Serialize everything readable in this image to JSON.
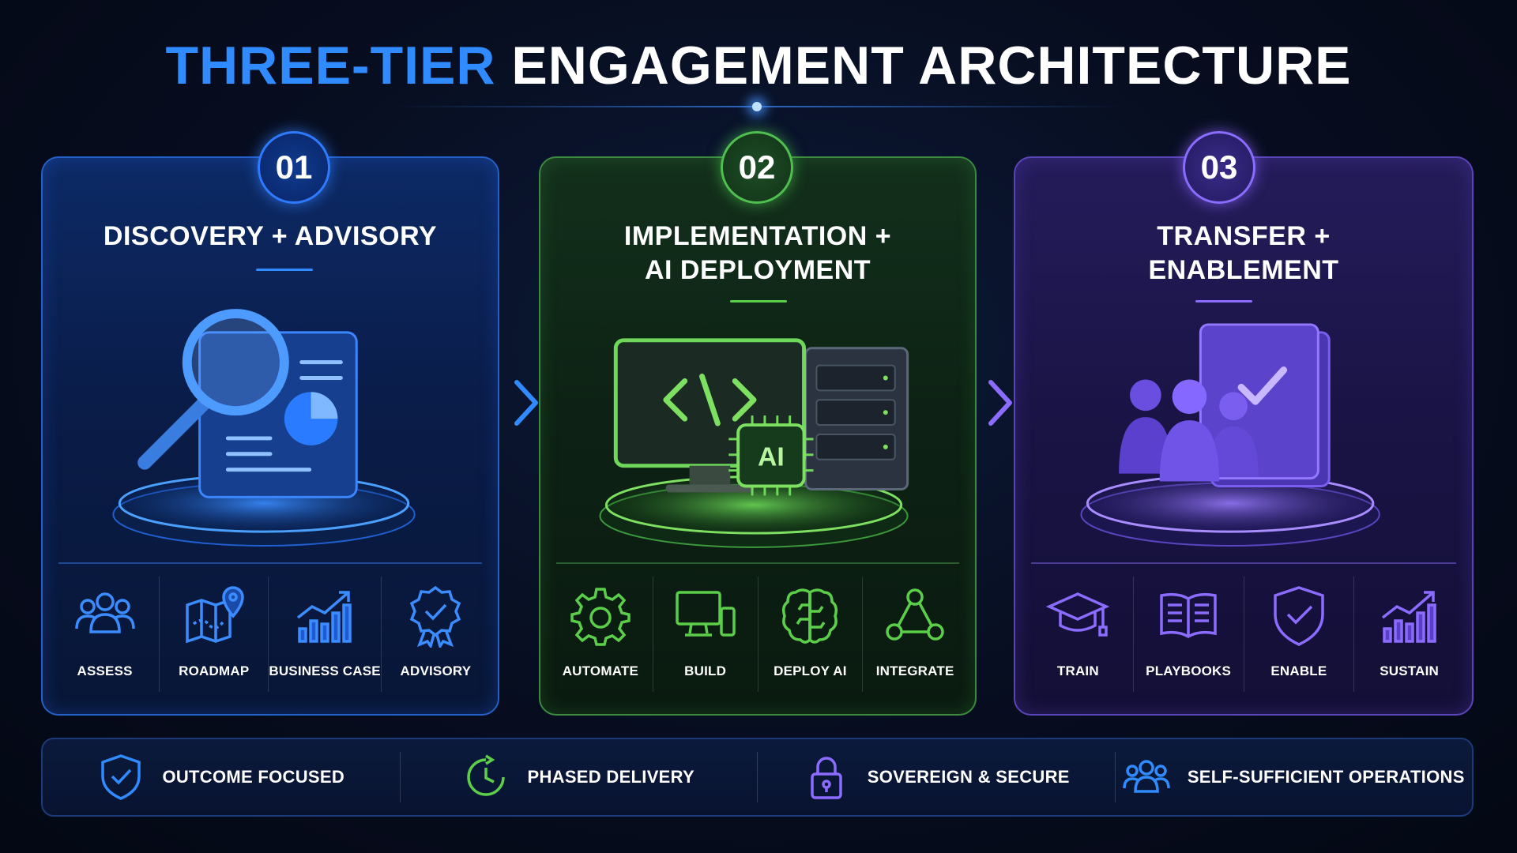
{
  "title": {
    "accent": "THREE-TIER",
    "main": "ENGAGEMENT ARCHITECTURE"
  },
  "colors": {
    "blue": "#2f8bff",
    "green": "#5ccf4a",
    "purple": "#8b6cff",
    "background": "#070d1f"
  },
  "tiers": [
    {
      "number": "01",
      "title": "DISCOVERY + ADVISORY",
      "illustration": "magnifier-report-icon",
      "items": [
        {
          "label": "ASSESS",
          "icon": "people-group-icon"
        },
        {
          "label": "ROADMAP",
          "icon": "map-pin-icon"
        },
        {
          "label": "BUSINESS CASE",
          "icon": "growth-chart-icon"
        },
        {
          "label": "ADVISORY",
          "icon": "award-badge-icon"
        }
      ]
    },
    {
      "number": "02",
      "title": "IMPLEMENTATION +\nAI DEPLOYMENT",
      "illustration": "monitor-server-ai-chip-icon",
      "items": [
        {
          "label": "AUTOMATE",
          "icon": "gear-icon"
        },
        {
          "label": "BUILD",
          "icon": "devices-icon"
        },
        {
          "label": "DEPLOY AI",
          "icon": "brain-circuit-icon"
        },
        {
          "label": "INTEGRATE",
          "icon": "network-nodes-icon"
        }
      ]
    },
    {
      "number": "03",
      "title": "TRANSFER +\nENABLEMENT",
      "illustration": "team-playbook-check-icon",
      "items": [
        {
          "label": "TRAIN",
          "icon": "graduation-cap-icon"
        },
        {
          "label": "PLAYBOOKS",
          "icon": "open-book-icon"
        },
        {
          "label": "ENABLE",
          "icon": "shield-check-icon"
        },
        {
          "label": "SUSTAIN",
          "icon": "growth-chart-icon"
        }
      ]
    }
  ],
  "principles": [
    {
      "label": "OUTCOME FOCUSED",
      "icon": "shield-check-icon"
    },
    {
      "label": "PHASED DELIVERY",
      "icon": "clock-cycle-icon"
    },
    {
      "label": "SOVEREIGN & SECURE",
      "icon": "padlock-icon"
    },
    {
      "label": "SELF-SUFFICIENT OPERATIONS",
      "icon": "people-group-icon"
    }
  ]
}
